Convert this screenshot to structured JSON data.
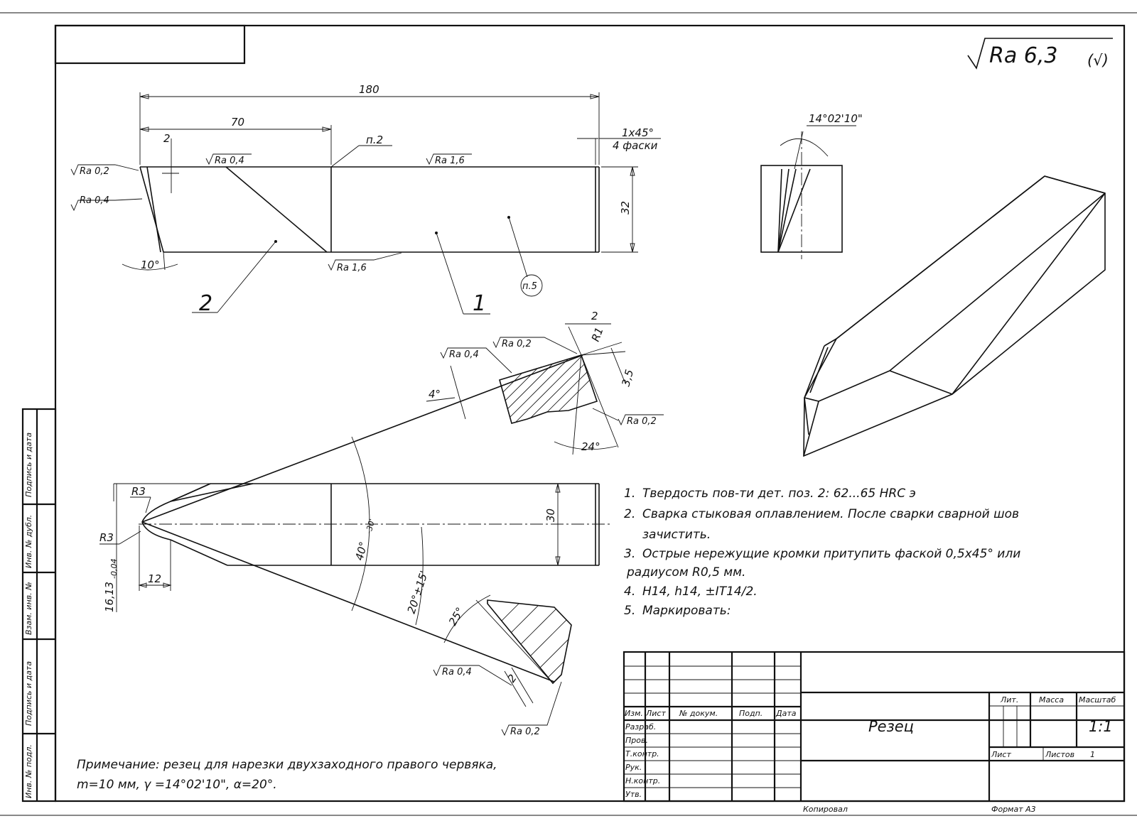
{
  "roughness_general": "Ra 6,3",
  "roughness_general_mark": "(√)",
  "top_view": {
    "dim_total": "180",
    "dim_left": "70",
    "dim_chamfer_depth": "2",
    "dim_height": "32",
    "chamfer": "1x45°",
    "chamfer_count": "4 фаски",
    "note_ref_2": "п.2",
    "note_ref_5": "п.5",
    "angle": "10°",
    "ra_left_top": "Ra 0,2",
    "ra_left_bottom": "Ra 0,4",
    "ra_top_a": "Ra 0,4",
    "ra_top_b": "Ra 1,6",
    "ra_bottom": "Ra 1,6",
    "pos_2": "2",
    "pos_1": "1"
  },
  "side_view": {
    "angle": "14°02'10\""
  },
  "plan_view": {
    "r3_top": "R3",
    "r3_left": "R3",
    "dim_30": "30",
    "dim_12": "12",
    "dim_width": "16,13",
    "dim_tol": "-0,04",
    "angle_40": "40°",
    "angle_40_tol": "-30'",
    "angle_20": "20°±15'",
    "angle_25": "25°",
    "angle_4": "4°",
    "angle_24": "24°",
    "r1": "R1",
    "dim_2_top": "2",
    "dim_3_5": "3,5",
    "dim_2_bottom": "2",
    "ra_sec_a": "Ra 0,4",
    "ra_sec_b": "Ra 0,2",
    "ra_sec_c": "Ra 0,2",
    "ra_sec_d": "Ra 0,4",
    "ra_sec_e": "Ra 0,2"
  },
  "notes": [
    {
      "num": "1.",
      "text": "Твердость пов-ти дет. поз. 2: 62...65 HRC э"
    },
    {
      "num": "2.",
      "text": "Сварка стыковая оплавлением. После сварки сварной шов"
    },
    {
      "num": "",
      "text": "зачистить."
    },
    {
      "num": "3.",
      "text": "Острые нережущие кромки притупить фаской 0,5x45° или"
    },
    {
      "num": "",
      "text": "радиусом R0,5 мм."
    },
    {
      "num": "4.",
      "text": "H14, h14, ±IT14/2."
    },
    {
      "num": "5.",
      "text": "Маркировать:"
    }
  ],
  "remark_line1": "Примечание: резец для нарезки двухзаходного правого червяка,",
  "remark_line2": "m=10 мм, γ =14°02'10\", α=20°.",
  "side_strip": [
    "Подпись и дата",
    "Инв. № дубл.",
    "Взам. инв. №",
    "Подпись и дата",
    "Инв. № подл."
  ],
  "title_block": {
    "title": "Резец",
    "col_izm": "Изм.",
    "col_list": "Лист",
    "col_doc": "№ докум.",
    "col_sign": "Подп.",
    "col_date": "Дата",
    "row_razrab": "Разраб.",
    "row_prov": "Пров.",
    "row_tkontr": "Т.контр.",
    "row_ruk": "Рук.",
    "row_nkontr": "Н.контр.",
    "row_utv": "Утв.",
    "lit": "Лит.",
    "massa": "Масса",
    "masshtab": "Масштаб",
    "scale": "1:1",
    "sheet": "Лист",
    "sheets": "Листов",
    "sheets_value": "1"
  },
  "footer_copied": "Копировал",
  "footer_format": "Формат А3"
}
